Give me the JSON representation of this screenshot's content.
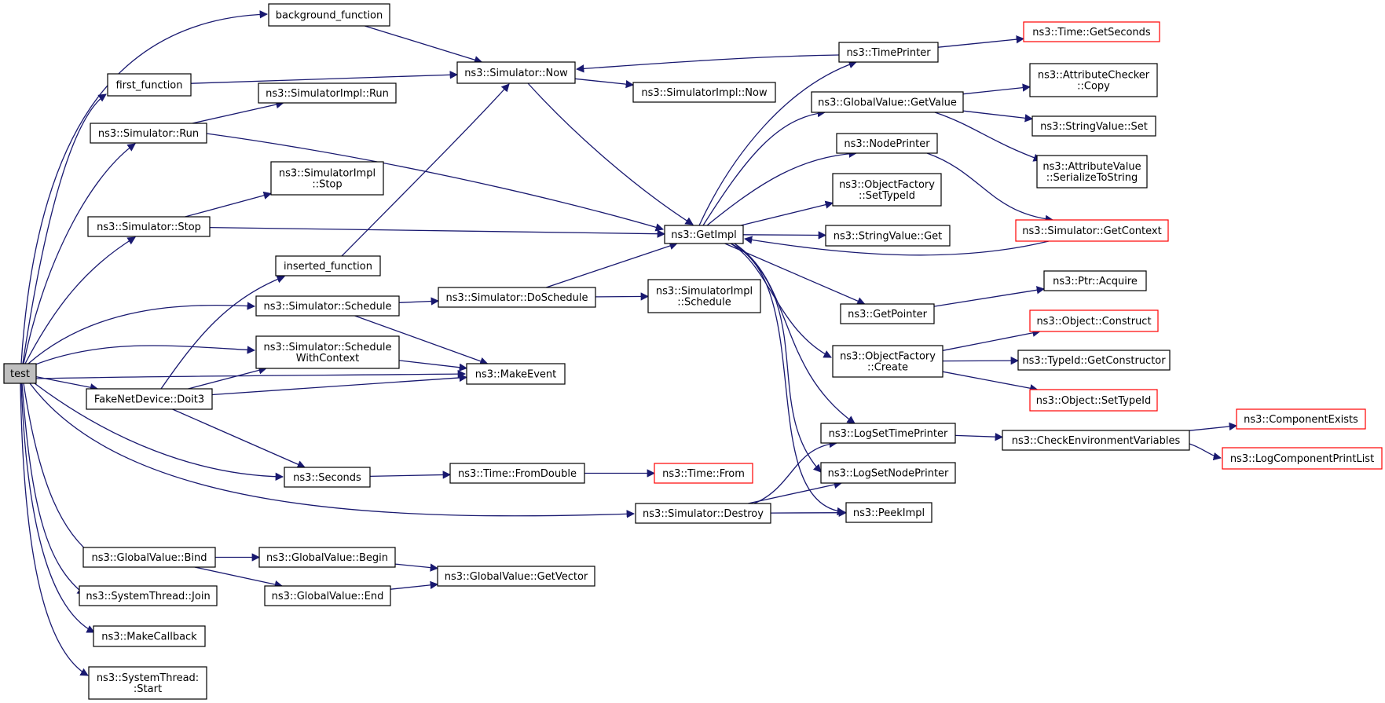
{
  "graph": {
    "edge_color": "#191970",
    "external_border_color": "#ff0000",
    "root_fill": "#bfbfbf",
    "nodes": [
      {
        "id": "test",
        "lines": [
          "test"
        ],
        "root": true
      },
      {
        "id": "background_function",
        "lines": [
          "background_function"
        ]
      },
      {
        "id": "first_function",
        "lines": [
          "first_function"
        ]
      },
      {
        "id": "sim_run",
        "lines": [
          "ns3::Simulator::Run"
        ]
      },
      {
        "id": "simimpl_run",
        "lines": [
          "ns3::SimulatorImpl::Run"
        ]
      },
      {
        "id": "sim_now",
        "lines": [
          "ns3::Simulator::Now"
        ]
      },
      {
        "id": "simimpl_now",
        "lines": [
          "ns3::SimulatorImpl::Now"
        ]
      },
      {
        "id": "simimpl_stop",
        "lines": [
          "ns3::SimulatorImpl",
          "::Stop"
        ]
      },
      {
        "id": "sim_stop",
        "lines": [
          "ns3::Simulator::Stop"
        ]
      },
      {
        "id": "inserted_function",
        "lines": [
          "inserted_function"
        ]
      },
      {
        "id": "sim_schedule",
        "lines": [
          "ns3::Simulator::Schedule"
        ]
      },
      {
        "id": "sim_doschedule",
        "lines": [
          "ns3::Simulator::DoSchedule"
        ]
      },
      {
        "id": "simimpl_schedule",
        "lines": [
          "ns3::SimulatorImpl",
          "::Schedule"
        ]
      },
      {
        "id": "sim_schedule_ctx",
        "lines": [
          "ns3::Simulator::Schedule",
          "WithContext"
        ]
      },
      {
        "id": "makeevent",
        "lines": [
          "ns3::MakeEvent"
        ]
      },
      {
        "id": "fakenet_doit3",
        "lines": [
          "FakeNetDevice::Doit3"
        ]
      },
      {
        "id": "seconds",
        "lines": [
          "ns3::Seconds"
        ]
      },
      {
        "id": "time_fromdouble",
        "lines": [
          "ns3::Time::FromDouble"
        ]
      },
      {
        "id": "time_from",
        "lines": [
          "ns3::Time::From"
        ],
        "external": true
      },
      {
        "id": "sim_destroy",
        "lines": [
          "ns3::Simulator::Destroy"
        ]
      },
      {
        "id": "gv_bind",
        "lines": [
          "ns3::GlobalValue::Bind"
        ]
      },
      {
        "id": "gv_begin",
        "lines": [
          "ns3::GlobalValue::Begin"
        ]
      },
      {
        "id": "gv_end",
        "lines": [
          "ns3::GlobalValue::End"
        ]
      },
      {
        "id": "gv_getvector",
        "lines": [
          "ns3::GlobalValue::GetVector"
        ]
      },
      {
        "id": "st_join",
        "lines": [
          "ns3::SystemThread::Join"
        ]
      },
      {
        "id": "makecallback",
        "lines": [
          "ns3::MakeCallback"
        ]
      },
      {
        "id": "st_start",
        "lines": [
          "ns3::SystemThread:",
          ":Start"
        ]
      },
      {
        "id": "getimpl",
        "lines": [
          "ns3::GetImpl"
        ]
      },
      {
        "id": "timeprinter",
        "lines": [
          "ns3::TimePrinter"
        ]
      },
      {
        "id": "time_getseconds",
        "lines": [
          "ns3::Time::GetSeconds"
        ],
        "external": true
      },
      {
        "id": "gv_getvalue",
        "lines": [
          "ns3::GlobalValue::GetValue"
        ]
      },
      {
        "id": "attrchecker_copy",
        "lines": [
          "ns3::AttributeChecker",
          "::Copy"
        ]
      },
      {
        "id": "stringvalue_set",
        "lines": [
          "ns3::StringValue::Set"
        ]
      },
      {
        "id": "attrvalue_serialize",
        "lines": [
          "ns3::AttributeValue",
          "::SerializeToString"
        ]
      },
      {
        "id": "nodeprinter",
        "lines": [
          "ns3::NodePrinter"
        ]
      },
      {
        "id": "of_settypeid",
        "lines": [
          "ns3::ObjectFactory",
          "::SetTypeId"
        ]
      },
      {
        "id": "stringvalue_get",
        "lines": [
          "ns3::StringValue::Get"
        ]
      },
      {
        "id": "sim_getcontext",
        "lines": [
          "ns3::Simulator::GetContext"
        ],
        "external": true
      },
      {
        "id": "getpointer",
        "lines": [
          "ns3::GetPointer"
        ]
      },
      {
        "id": "ptr_acquire",
        "lines": [
          "ns3::Ptr::Acquire"
        ]
      },
      {
        "id": "of_create",
        "lines": [
          "ns3::ObjectFactory",
          "::Create"
        ]
      },
      {
        "id": "object_construct",
        "lines": [
          "ns3::Object::Construct"
        ],
        "external": true
      },
      {
        "id": "typeid_getconstructor",
        "lines": [
          "ns3::TypeId::GetConstructor"
        ]
      },
      {
        "id": "object_settypeid",
        "lines": [
          "ns3::Object::SetTypeId"
        ],
        "external": true
      },
      {
        "id": "logsettimeprinter",
        "lines": [
          "ns3::LogSetTimePrinter"
        ]
      },
      {
        "id": "checkenv",
        "lines": [
          "ns3::CheckEnvironmentVariables"
        ]
      },
      {
        "id": "componentexists",
        "lines": [
          "ns3::ComponentExists"
        ],
        "external": true
      },
      {
        "id": "logcomponentprintlist",
        "lines": [
          "ns3::LogComponentPrintList"
        ],
        "external": true
      },
      {
        "id": "logsetnodeprinter",
        "lines": [
          "ns3::LogSetNodePrinter"
        ]
      },
      {
        "id": "peekimpl",
        "lines": [
          "ns3::PeekImpl"
        ]
      }
    ],
    "edges": [
      [
        "test",
        "background_function"
      ],
      [
        "test",
        "first_function"
      ],
      [
        "test",
        "sim_run"
      ],
      [
        "test",
        "sim_stop"
      ],
      [
        "test",
        "sim_schedule"
      ],
      [
        "test",
        "sim_schedule_ctx"
      ],
      [
        "test",
        "makeevent"
      ],
      [
        "test",
        "fakenet_doit3"
      ],
      [
        "test",
        "seconds"
      ],
      [
        "test",
        "sim_destroy"
      ],
      [
        "test",
        "gv_bind"
      ],
      [
        "test",
        "st_join"
      ],
      [
        "test",
        "makecallback"
      ],
      [
        "test",
        "st_start"
      ],
      [
        "background_function",
        "sim_now"
      ],
      [
        "first_function",
        "sim_now"
      ],
      [
        "sim_run",
        "simimpl_run"
      ],
      [
        "sim_run",
        "getimpl"
      ],
      [
        "sim_stop",
        "simimpl_stop"
      ],
      [
        "sim_stop",
        "getimpl"
      ],
      [
        "inserted_function",
        "sim_now"
      ],
      [
        "sim_schedule",
        "sim_doschedule"
      ],
      [
        "sim_schedule",
        "makeevent"
      ],
      [
        "sim_doschedule",
        "simimpl_schedule"
      ],
      [
        "sim_doschedule",
        "getimpl"
      ],
      [
        "sim_schedule_ctx",
        "makeevent"
      ],
      [
        "fakenet_doit3",
        "inserted_function"
      ],
      [
        "fakenet_doit3",
        "sim_schedule_ctx"
      ],
      [
        "fakenet_doit3",
        "makeevent"
      ],
      [
        "fakenet_doit3",
        "seconds"
      ],
      [
        "seconds",
        "time_fromdouble"
      ],
      [
        "time_fromdouble",
        "time_from"
      ],
      [
        "sim_now",
        "simimpl_now"
      ],
      [
        "sim_now",
        "getimpl"
      ],
      [
        "timeprinter",
        "sim_now"
      ],
      [
        "timeprinter",
        "time_getseconds"
      ],
      [
        "getimpl",
        "timeprinter"
      ],
      [
        "getimpl",
        "gv_getvalue"
      ],
      [
        "getimpl",
        "nodeprinter"
      ],
      [
        "getimpl",
        "of_settypeid"
      ],
      [
        "getimpl",
        "stringvalue_get"
      ],
      [
        "getimpl",
        "getpointer"
      ],
      [
        "getimpl",
        "of_create"
      ],
      [
        "getimpl",
        "logsettimeprinter"
      ],
      [
        "getimpl",
        "logsetnodeprinter"
      ],
      [
        "getimpl",
        "peekimpl"
      ],
      [
        "gv_getvalue",
        "attrchecker_copy"
      ],
      [
        "gv_getvalue",
        "stringvalue_set"
      ],
      [
        "gv_getvalue",
        "attrvalue_serialize"
      ],
      [
        "nodeprinter",
        "sim_getcontext"
      ],
      [
        "sim_getcontext",
        "getimpl"
      ],
      [
        "getpointer",
        "ptr_acquire"
      ],
      [
        "of_create",
        "object_construct"
      ],
      [
        "of_create",
        "typeid_getconstructor"
      ],
      [
        "of_create",
        "object_settypeid"
      ],
      [
        "logsettimeprinter",
        "checkenv"
      ],
      [
        "checkenv",
        "componentexists"
      ],
      [
        "checkenv",
        "logcomponentprintlist"
      ],
      [
        "sim_destroy",
        "logsettimeprinter"
      ],
      [
        "sim_destroy",
        "logsetnodeprinter"
      ],
      [
        "sim_destroy",
        "peekimpl"
      ],
      [
        "gv_bind",
        "gv_begin"
      ],
      [
        "gv_bind",
        "gv_end"
      ],
      [
        "gv_begin",
        "gv_getvector"
      ],
      [
        "gv_end",
        "gv_getvector"
      ]
    ]
  }
}
